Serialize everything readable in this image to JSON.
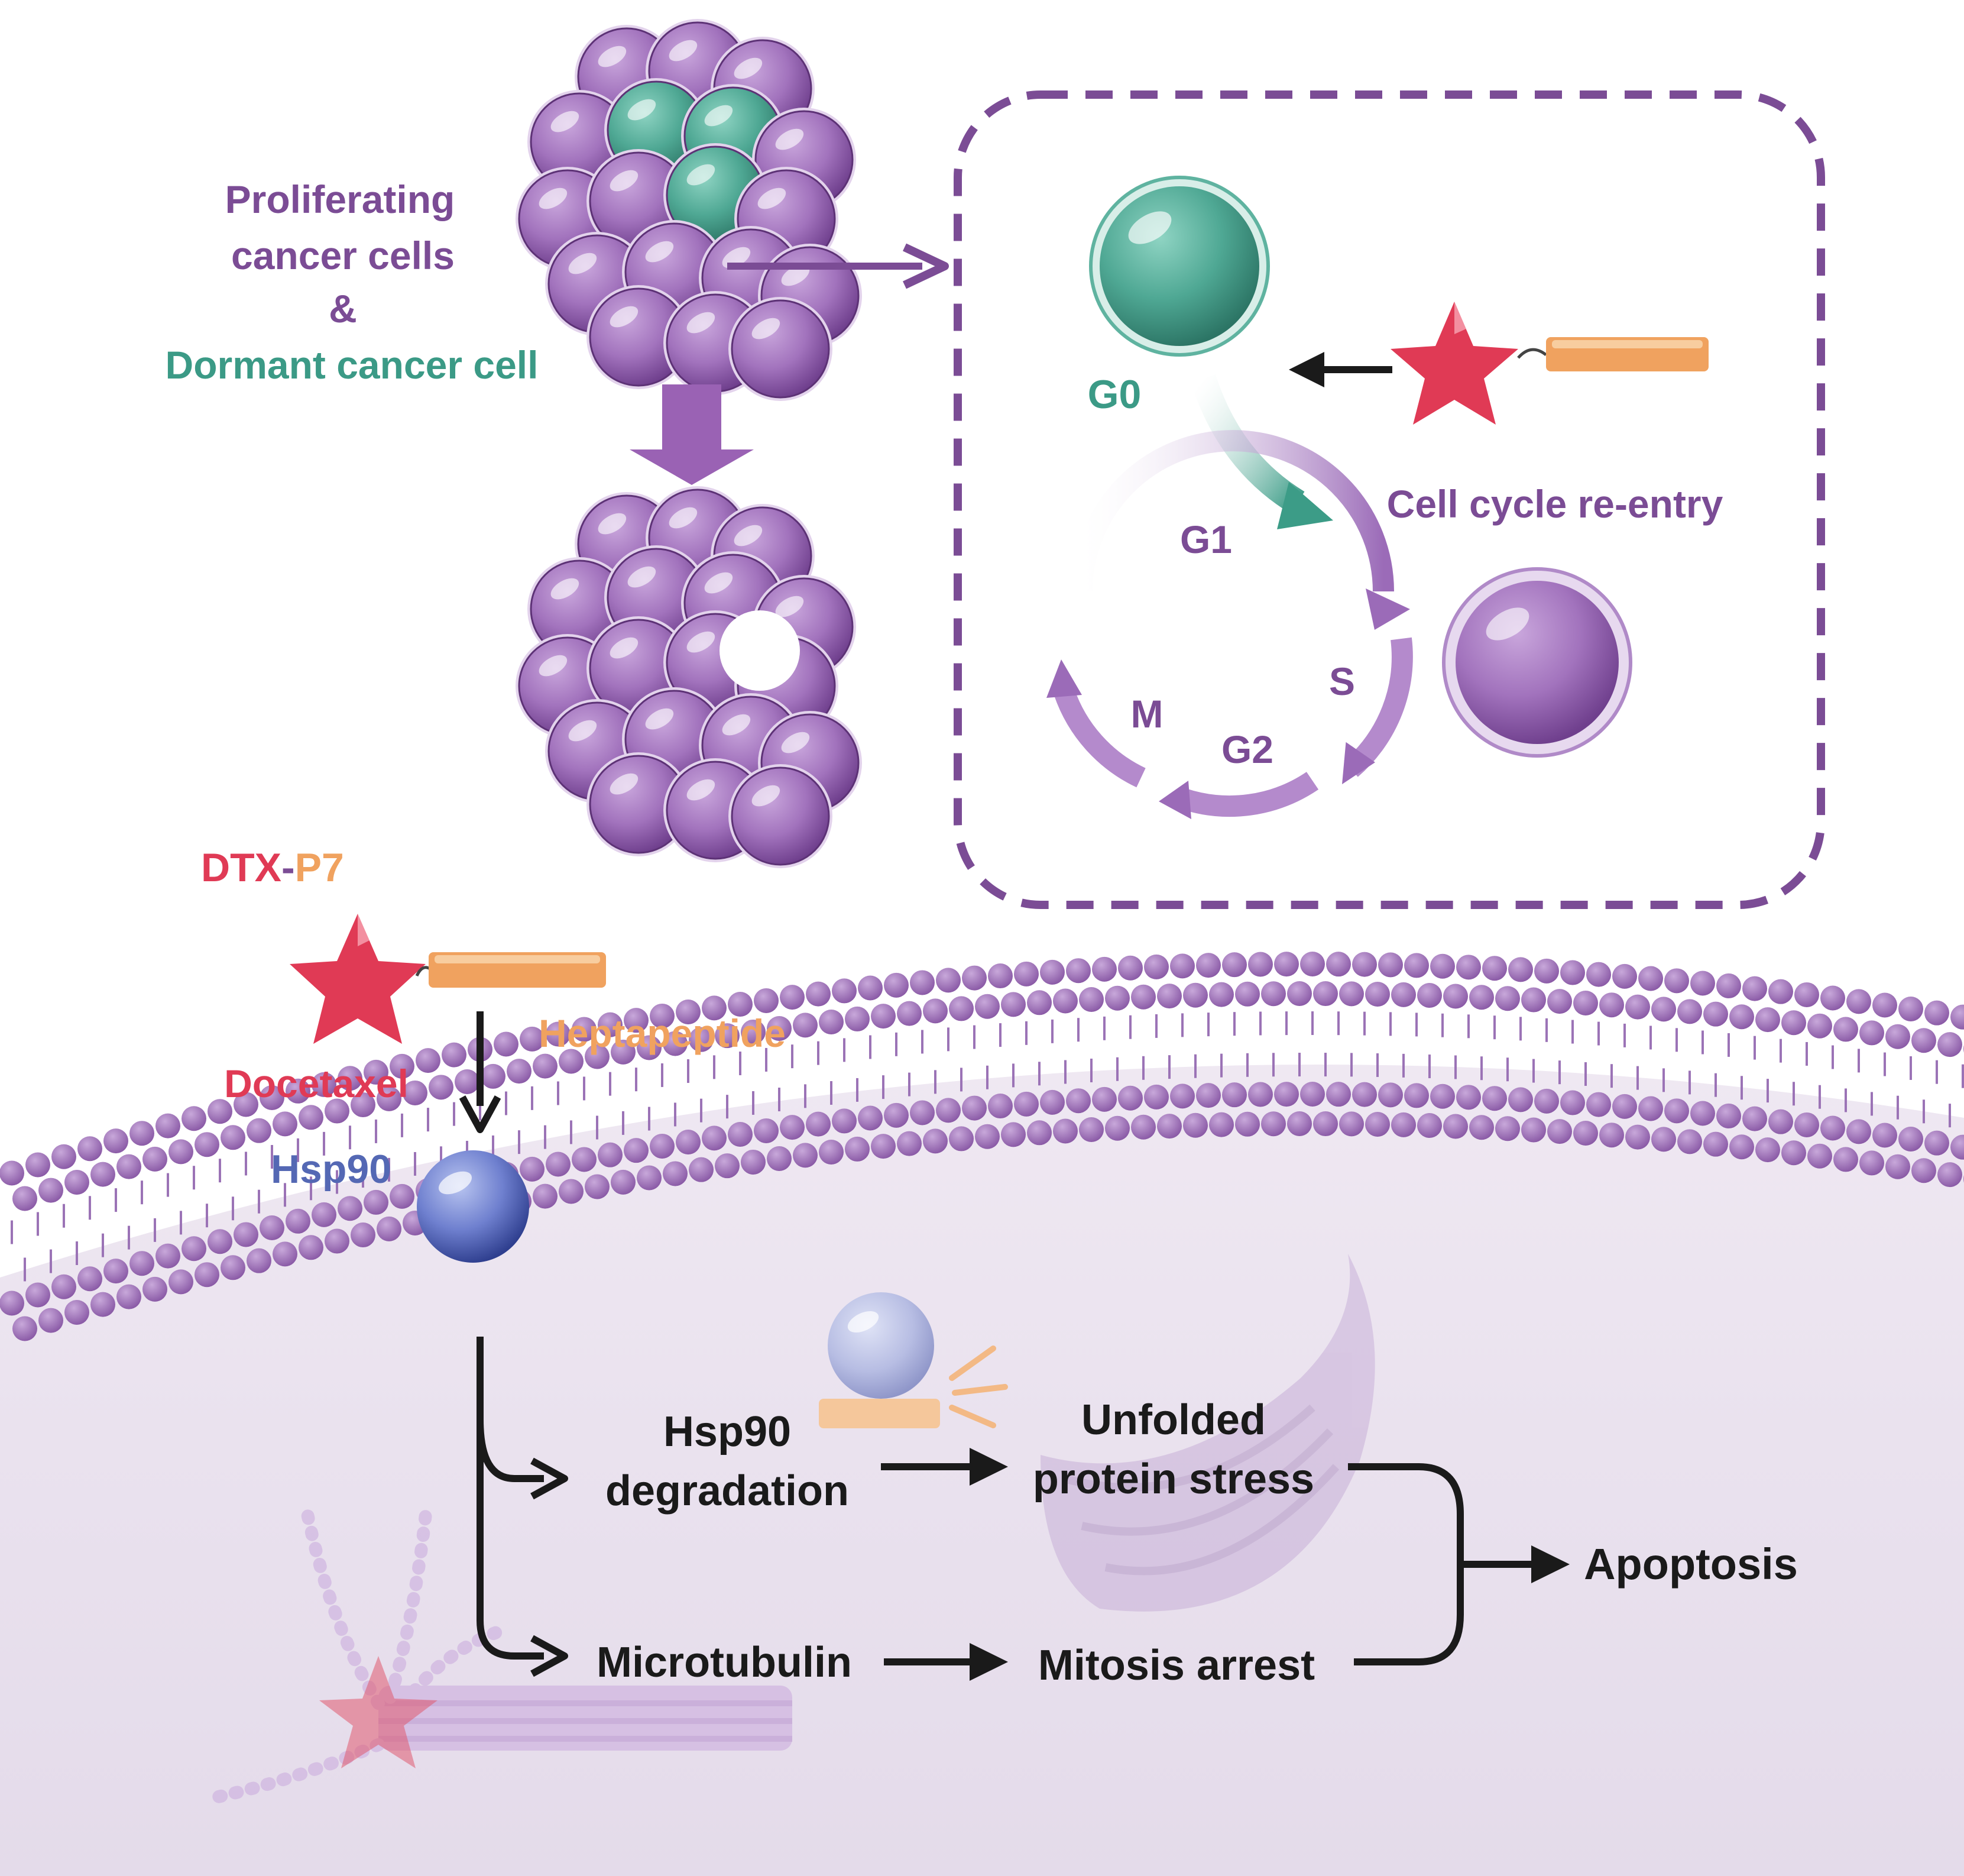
{
  "labels": {
    "proliferating_1": "Proliferating",
    "proliferating_2": "cancer cells",
    "ampersand": "&",
    "dormant": "Dormant cancer cell",
    "g0": "G0",
    "reentry": "Cell cycle re-entry",
    "g1": "G1",
    "s": "S",
    "g2": "G2",
    "m": "M",
    "dtx": "DTX",
    "dash": "-",
    "p7": "P7",
    "heptapeptide": "Heptapeptide",
    "docetaxel": "Docetaxel",
    "hsp90": "Hsp90",
    "hsp90_deg_1": "Hsp90",
    "hsp90_deg_2": "degradation",
    "unfolded_1": "Unfolded",
    "unfolded_2": "protein stress",
    "microtubulin": "Microtubulin",
    "mitosis": "Mitosis arrest",
    "apoptosis": "Apoptosis"
  },
  "colors": {
    "purple": "#7b4c95",
    "cell": "#a67bc0",
    "cell_dark": "#6d3f87",
    "teal": "#3b9a86",
    "teal_cell": "#5fb3a0",
    "red": "#e03a55",
    "orange": "#f0a25f",
    "blue": "#5468b4",
    "black": "#1a1a1a",
    "cytoplasm": "#ece4f0"
  }
}
